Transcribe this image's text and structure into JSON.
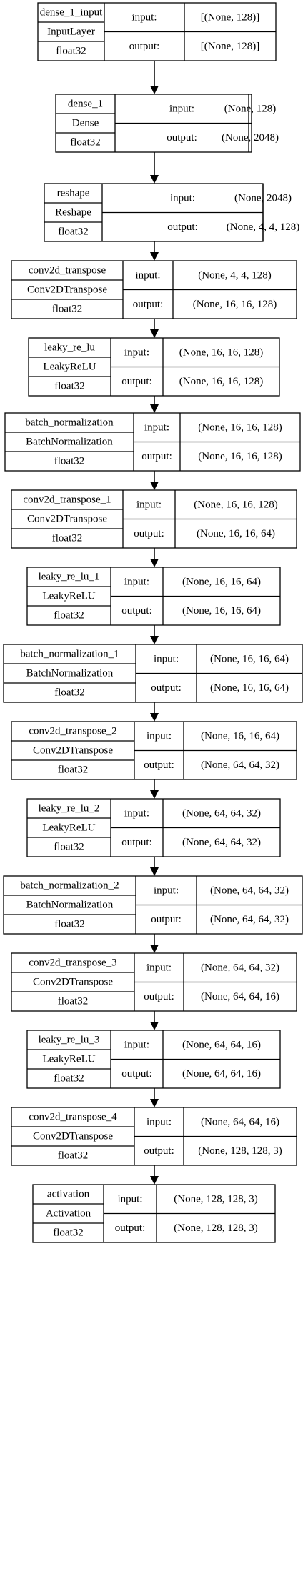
{
  "diagram": {
    "labels": {
      "input": "input:",
      "output": "output:"
    },
    "layers": [
      {
        "name": "dense_1_input",
        "type": "InputLayer",
        "dtype": "float32",
        "input": "[(None, 128)]",
        "output": "[(None, 128)]"
      },
      {
        "name": "dense_1",
        "type": "Dense",
        "dtype": "float32",
        "input": "(None, 128)",
        "output": "(None, 2048)"
      },
      {
        "name": "reshape",
        "type": "Reshape",
        "dtype": "float32",
        "input": "(None, 2048)",
        "output": "(None, 4, 4, 128)"
      },
      {
        "name": "conv2d_transpose",
        "type": "Conv2DTranspose",
        "dtype": "float32",
        "input": "(None, 4, 4, 128)",
        "output": "(None, 16, 16, 128)"
      },
      {
        "name": "leaky_re_lu",
        "type": "LeakyReLU",
        "dtype": "float32",
        "input": "(None, 16, 16, 128)",
        "output": "(None, 16, 16, 128)"
      },
      {
        "name": "batch_normalization",
        "type": "BatchNormalization",
        "dtype": "float32",
        "input": "(None, 16, 16, 128)",
        "output": "(None, 16, 16, 128)"
      },
      {
        "name": "conv2d_transpose_1",
        "type": "Conv2DTranspose",
        "dtype": "float32",
        "input": "(None, 16, 16, 128)",
        "output": "(None, 16, 16, 64)"
      },
      {
        "name": "leaky_re_lu_1",
        "type": "LeakyReLU",
        "dtype": "float32",
        "input": "(None, 16, 16, 64)",
        "output": "(None, 16, 16, 64)"
      },
      {
        "name": "batch_normalization_1",
        "type": "BatchNormalization",
        "dtype": "float32",
        "input": "(None, 16, 16, 64)",
        "output": "(None, 16, 16, 64)"
      },
      {
        "name": "conv2d_transpose_2",
        "type": "Conv2DTranspose",
        "dtype": "float32",
        "input": "(None, 16, 16, 64)",
        "output": "(None, 64, 64, 32)"
      },
      {
        "name": "leaky_re_lu_2",
        "type": "LeakyReLU",
        "dtype": "float32",
        "input": "(None, 64, 64, 32)",
        "output": "(None, 64, 64, 32)"
      },
      {
        "name": "batch_normalization_2",
        "type": "BatchNormalization",
        "dtype": "float32",
        "input": "(None, 64, 64, 32)",
        "output": "(None, 64, 64, 32)"
      },
      {
        "name": "conv2d_transpose_3",
        "type": "Conv2DTranspose",
        "dtype": "float32",
        "input": "(None, 64, 64, 32)",
        "output": "(None, 64, 64, 16)"
      },
      {
        "name": "leaky_re_lu_3",
        "type": "LeakyReLU",
        "dtype": "float32",
        "input": "(None, 64, 64, 16)",
        "output": "(None, 64, 64, 16)"
      },
      {
        "name": "conv2d_transpose_4",
        "type": "Conv2DTranspose",
        "dtype": "float32",
        "input": "(None, 64, 64, 16)",
        "output": "(None, 128, 128, 3)"
      },
      {
        "name": "activation",
        "type": "Activation",
        "dtype": "float32",
        "input": "(None, 128, 128, 3)",
        "output": "(None, 128, 128, 3)"
      }
    ]
  }
}
